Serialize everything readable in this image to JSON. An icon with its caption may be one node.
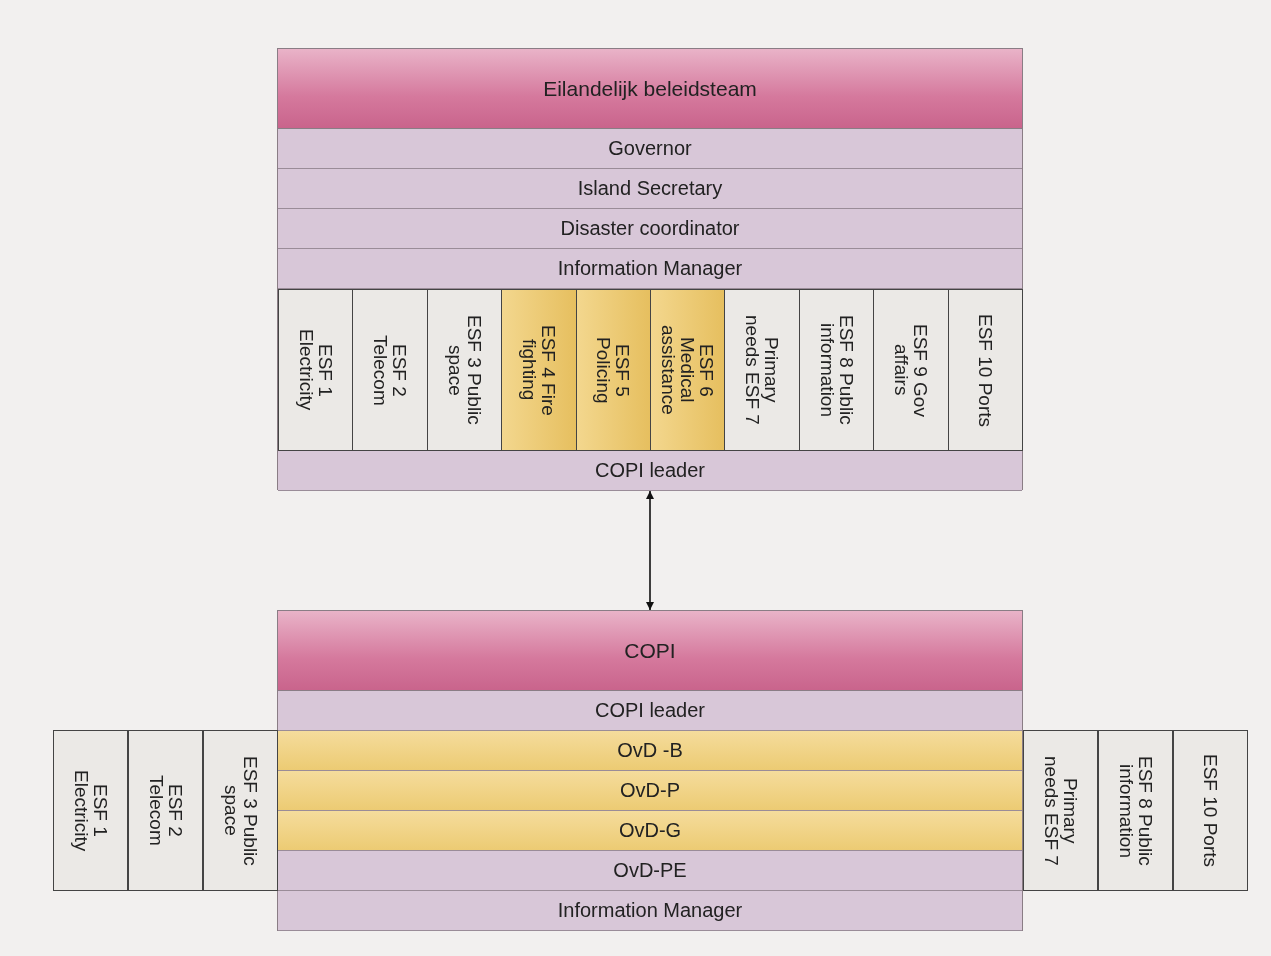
{
  "diagram": {
    "nodes": [
      {
        "text": [
          "Eilandelijk beleidsteam"
        ]
      },
      {
        "text": [
          "Governor"
        ],
        "in": 0
      },
      {
        "text": [
          "Island Secretary"
        ],
        "in": 0
      },
      {
        "text": [
          "Disaster coordinator"
        ],
        "in": 0
      },
      {
        "text": [
          "Information Manager"
        ],
        "in": 0
      },
      {
        "text": [
          "ESF 1 Electricity"
        ],
        "in": 0
      },
      {
        "text": [
          "ESF 2 Telecom"
        ],
        "in": 0
      },
      {
        "text": [
          "ESF 3 Public space"
        ],
        "in": 0
      },
      {
        "text": [
          "ESF 4 Fire fighting"
        ],
        "in": 0
      },
      {
        "text": [
          "ESF 5 Policing"
        ],
        "in": 0
      },
      {
        "text": [
          "ESF 6 Medical assistance"
        ],
        "in": 0
      },
      {
        "text": [
          "Primary needs ESF 7"
        ],
        "in": 0
      },
      {
        "text": [
          "ESF 8 Public information"
        ],
        "in": 0
      },
      {
        "text": [
          "ESF 9 Gov affairs"
        ],
        "in": 0
      },
      {
        "text": [
          "ESF 10 Ports"
        ],
        "in": 0
      },
      {
        "text": [
          "COPI leader"
        ],
        "in": 0
      },
      {
        "text": [
          "COPI"
        ]
      },
      {
        "text": [
          "COPI leader"
        ],
        "in": 16
      },
      {
        "text": [
          "OvD -B"
        ],
        "in": 16
      },
      {
        "text": [
          "OvD-P"
        ],
        "in": 16
      },
      {
        "text": [
          "OvD-G"
        ],
        "in": 16
      },
      {
        "text": [
          "OvD-PE"
        ],
        "in": 16
      },
      {
        "text": [
          "Information Manager"
        ],
        "in": 16
      },
      {
        "text": [
          "ESF 1 Electricity"
        ]
      },
      {
        "text": [
          "ESF 2 Telecom"
        ]
      },
      {
        "text": [
          "ESF 3 Public space"
        ]
      },
      {
        "text": [
          "Primary needs ESF 7"
        ]
      },
      {
        "text": [
          "ESF 8 Public information"
        ]
      },
      {
        "text": [
          "ESF 10 Ports"
        ]
      }
    ],
    "edges": [
      {
        "from": 15,
        "to": 16,
        "arrow": "both"
      }
    ]
  }
}
